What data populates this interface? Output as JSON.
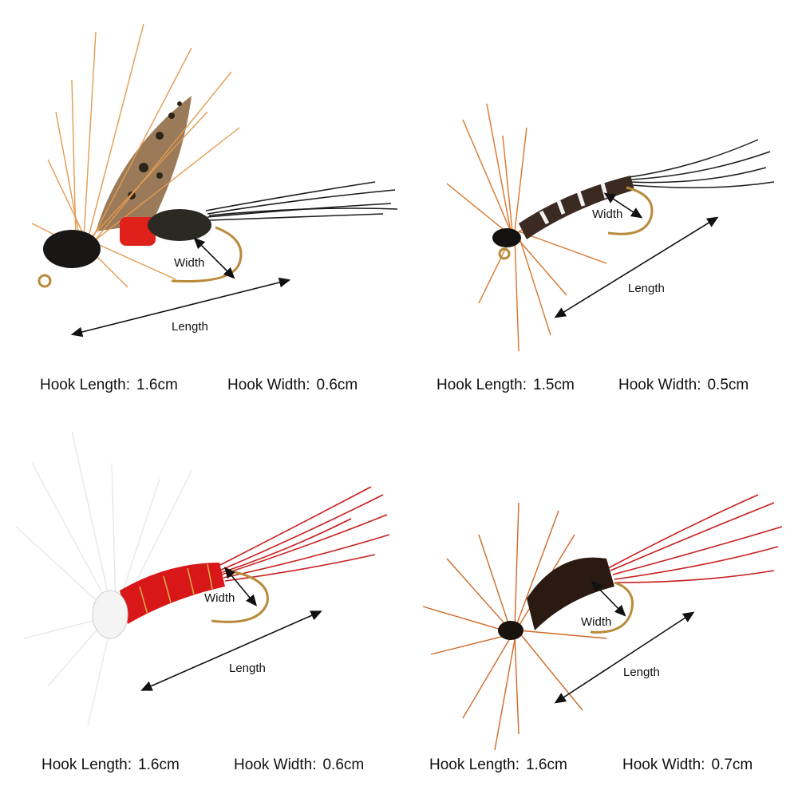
{
  "flies": [
    {
      "id": "fly-1",
      "length_label": "Length",
      "width_label": "Width",
      "hook_length_label": "Hook Length:",
      "hook_length_value": "1.6cm",
      "hook_width_label": "Hook Width:",
      "hook_width_value": "0.6cm",
      "colors": {
        "hackle": "#e49a52",
        "wing": "#8a6a4a",
        "body": "#e0201a",
        "thorax": "#2a2a22",
        "tail": "#1a1a1a",
        "hook": "#b98a3a"
      }
    },
    {
      "id": "fly-2",
      "length_label": "Length",
      "width_label": "Width",
      "hook_length_label": "Hook Length:",
      "hook_length_value": "1.5cm",
      "hook_width_label": "Hook Width:",
      "hook_width_value": "0.5cm",
      "colors": {
        "hackle": "#d9762e",
        "body": "#3a2a22",
        "rib": "#f2f2f2",
        "tail": "#1a1a1a",
        "hook": "#b98a3a"
      }
    },
    {
      "id": "fly-3",
      "length_label": "Length",
      "width_label": "Width",
      "hook_length_label": "Hook Length:",
      "hook_length_value": "1.6cm",
      "hook_width_label": "Hook Width:",
      "hook_width_value": "0.6cm",
      "colors": {
        "hackle": "#f4f4f4",
        "body": "#d81818",
        "rib": "#d8b24a",
        "tail": "#c81e1e",
        "hook": "#b98a3a"
      }
    },
    {
      "id": "fly-4",
      "length_label": "Length",
      "width_label": "Width",
      "hook_length_label": "Hook Length:",
      "hook_length_value": "1.6cm",
      "hook_width_label": "Hook Width:",
      "hook_width_value": "0.7cm",
      "colors": {
        "hackle": "#cf6a28",
        "body": "#2a1a12",
        "tail": "#c81e1e",
        "hook": "#b98a3a"
      }
    }
  ]
}
